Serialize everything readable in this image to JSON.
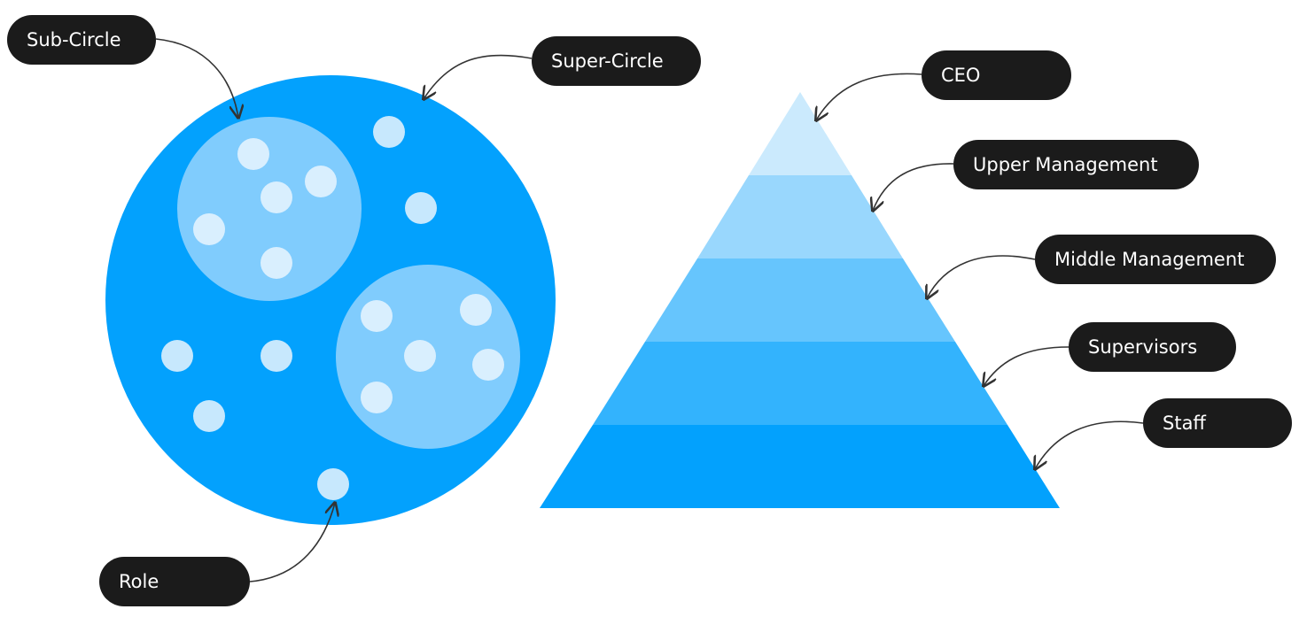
{
  "colors": {
    "super_circle": "#03a1fd",
    "sub_circle": "#80ccfd",
    "dot_on_sub": "#d9effe",
    "dot_on_super": "#c7e8fd",
    "pill_bg": "#1b1b1b",
    "pill_text": "#ffffff",
    "pyramid_levels": [
      "#cbeafd",
      "#99d7fd",
      "#66c5fd",
      "#33b3fd",
      "#03a1fd"
    ]
  },
  "circle_diagram": {
    "labels": {
      "sub_circle": "Sub-Circle",
      "super_circle": "Super-Circle",
      "role": "Role"
    }
  },
  "pyramid": {
    "levels": [
      {
        "label": "CEO"
      },
      {
        "label": "Upper Management"
      },
      {
        "label": "Middle Management"
      },
      {
        "label": "Supervisors"
      },
      {
        "label": "Staff"
      }
    ]
  }
}
